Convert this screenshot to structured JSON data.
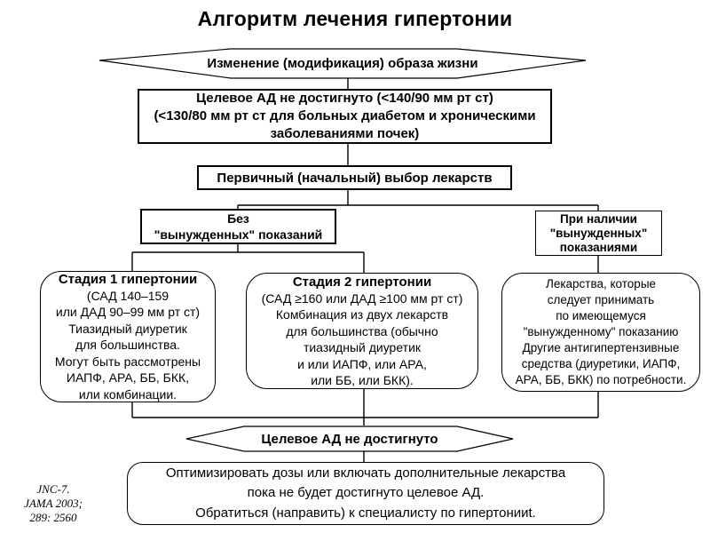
{
  "slide": {
    "title": "Алгоритм лечения гипертонии",
    "citation": "JNC-7.\nJAMA 2003;\n289: 2560"
  },
  "colors": {
    "ink": "#000000",
    "background": "#ffffff"
  },
  "flowchart": {
    "lifestyle": "Изменение (модификация) образа жизни",
    "target_not_reached": "Целевое АД не достигнуто (<140/90 мм рт ст)\n(<130/80 мм рт ст для больных диабетом и хроническими\nзаболеваниями почек)",
    "primary_choice": "Первичный (начальный) выбор лекарств",
    "without_indications": "Без\n\"вынужденных\" показаний",
    "with_indications": "При наличии\n\"вынужденных\"\nпоказаниями",
    "stage1": {
      "title": "Стадия 1 гипертонии",
      "body": "(САД 140–159\nили ДАД 90–99 мм рт ст)\nТиазидный диуретик\nдля большинства.\nМогут быть рассмотрены\nИАПФ, АРА, ББ, БКК,\nили комбинации."
    },
    "stage2": {
      "title": "Стадия 2 гипертонии",
      "body": "(САД ≥160 или ДАД ≥100 мм рт ст)\nКомбинация из двух лекарств\nдля большинства (обычно\nтиазидный диуретик\nи или ИАПФ, или АРА,\nили ББ, или БКК)."
    },
    "forced_indication": "Лекарства, которые\nследует принимать\nпо имеющемуся\n\"вынужденному\" показанию\nДругие антигипертензивные\nсредства  (диуретики, ИАПФ,\nАРА, ББ, БКК) по потребности.",
    "goal_not_reached": "Целевое АД не достигнуто",
    "optimize": "Оптимизировать дозы или включать дополнительные лекарства\nпока не будет достигнуто целевое АД.\nОбратиться (направить) к специалисту по гипертонииt."
  }
}
